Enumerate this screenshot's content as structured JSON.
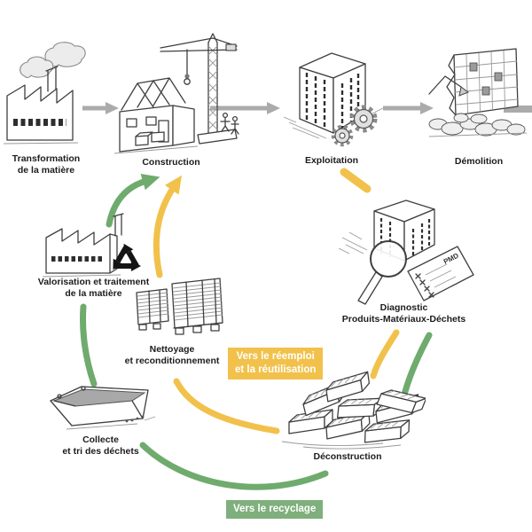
{
  "colors": {
    "yellow": "#F1C14B",
    "green": "#6FAB6D",
    "green_badge": "#7FAF7C",
    "gray": "#ABABAB"
  },
  "linear_flow": {
    "transformation": {
      "line1": "Transformation",
      "line2": "de la matière",
      "icon": "factory-smoke-sketch"
    },
    "construction": {
      "line1": "Construction",
      "icon": "house-crane-sketch"
    },
    "exploitation": {
      "line1": "Exploitation",
      "icon": "building-gears-sketch"
    },
    "demolition": {
      "line1": "Démolition",
      "icon": "demolition-rubble-sketch"
    }
  },
  "cycle_flow": {
    "diagnostic": {
      "line1": "Diagnostic",
      "line2": "Produits-Matériaux-Déchets",
      "icon": "building-magnifier-checklist-sketch",
      "paper_text": "PMD"
    },
    "deconstruction": {
      "line1": "Déconstruction",
      "icon": "brick-pile-sketch"
    },
    "collecte": {
      "line1": "Collecte",
      "line2": "et tri des déchets",
      "icon": "waste-skip-sketch"
    },
    "valorisation": {
      "line1": "Valorisation et traitement",
      "line2": "de la matière",
      "icon": "factory-recycle-sketch"
    },
    "nettoyage": {
      "line1": "Nettoyage",
      "line2": "et reconditionnement",
      "icon": "pallet-stacks-sketch"
    }
  },
  "badges": {
    "reemploi": {
      "line1": "Vers le réemploi",
      "line2": "et la réutilisation"
    },
    "recyclage": {
      "line1": "Vers le recyclage"
    }
  }
}
